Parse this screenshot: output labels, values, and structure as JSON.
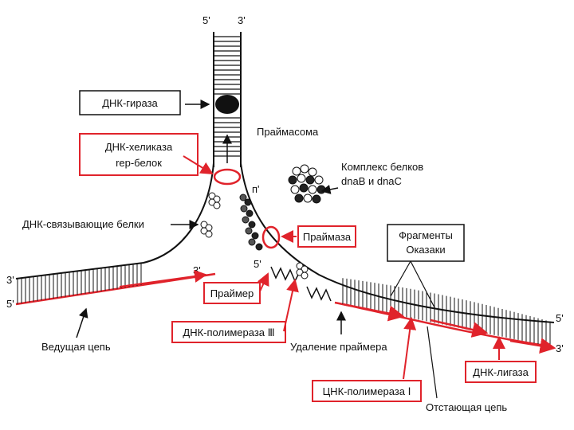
{
  "strand_ends": {
    "top_left": "5'",
    "top_right": "3'",
    "left_upper": "3'",
    "left_lower": "5'",
    "right_upper": "5'",
    "right_lower": "3'",
    "leading_end": "3'",
    "primer_end": "5'",
    "primosome_end": "п'"
  },
  "labels": {
    "gyrase": "ДНК-гираза",
    "helicase_line1": "ДНК-хеликаза",
    "helicase_line2": "rep-белок",
    "ssb": "ДНК-связывающие белки",
    "primosome": "Праймасома",
    "complex_line1": "Комплекс белков",
    "complex_line2": "dnaB и dnaC",
    "primase": "Праймаза",
    "okazaki_line1": "Фрагменты",
    "okazaki_line2": "Оказаки",
    "primer": "Праймер",
    "polymerase3": "ДНК-полимераза Ⅲ",
    "primer_removal": "Удаление праймера",
    "leading_strand": "Ведущая цепь",
    "polymerase1": "ЦНК-полимераза Ⅰ",
    "lagging_strand": "Отстающая цепь",
    "ligase": "ДНК-лигаза"
  },
  "colors": {
    "highlight_red": "#e0232b",
    "ink": "#111111"
  }
}
